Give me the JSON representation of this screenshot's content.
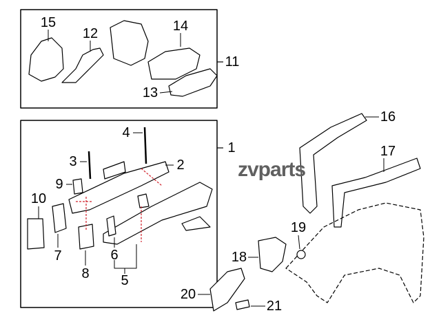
{
  "diagram": {
    "watermark": "zvparts",
    "callouts": [
      "1",
      "2",
      "3",
      "4",
      "5",
      "6",
      "7",
      "8",
      "9",
      "10",
      "11",
      "12",
      "13",
      "14",
      "15",
      "16",
      "17",
      "18",
      "19",
      "20",
      "21"
    ],
    "colors": {
      "line": "#000000",
      "dash": "#d0202a",
      "watermark": "#606060"
    }
  }
}
